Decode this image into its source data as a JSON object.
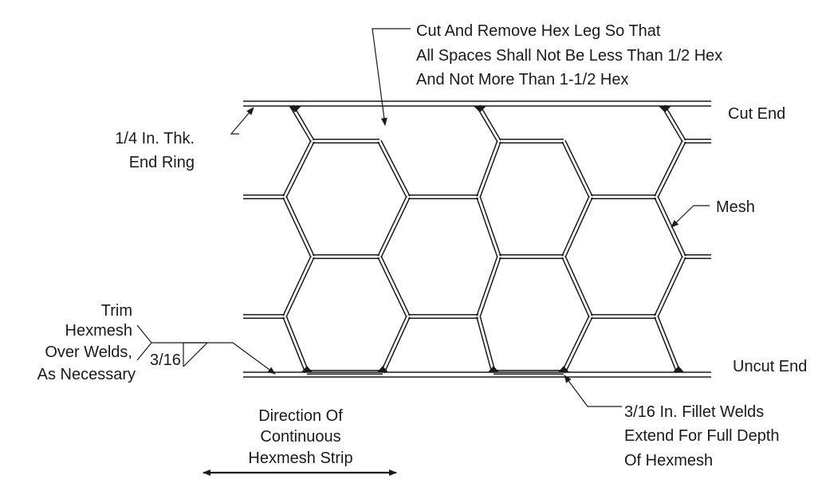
{
  "notes": {
    "cut_note": [
      "Cut And Remove Hex Leg So That",
      "All Spaces Shall Not Be Less Than 1/2 Hex",
      "And Not More Than 1-1/2 Hex"
    ],
    "end_ring": [
      "1/4 In. Thk.",
      "End Ring"
    ],
    "cut_end": "Cut End",
    "mesh": "Mesh",
    "uncut_end": "Uncut End",
    "trim": [
      "Trim",
      "Hexmesh",
      "Over Welds,",
      "As Necessary"
    ],
    "weld_size": "3/16",
    "fillet_welds": [
      "3/16 In. Fillet Welds",
      "Extend For Full Depth",
      "Of Hexmesh"
    ],
    "direction": [
      "Direction Of",
      "Continuous",
      "Hexmesh Strip"
    ]
  },
  "colors": {
    "line": "#1a1a1a",
    "background": "#ffffff"
  }
}
